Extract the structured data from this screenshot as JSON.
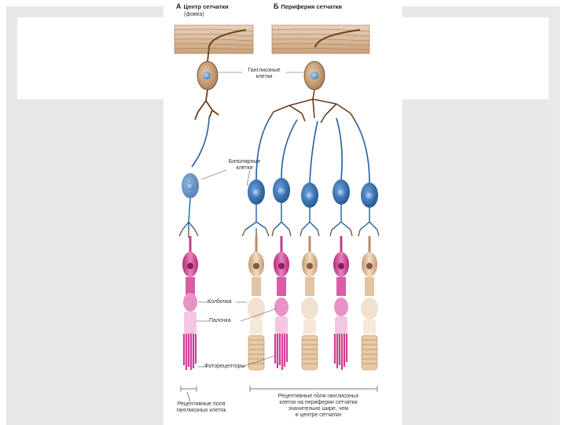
{
  "panel_a": {
    "letter": "А",
    "title": "Центр сетчатки",
    "subtitle": "(фовеа)"
  },
  "panel_b": {
    "letter": "Б",
    "title": "Периферия сетчатки"
  },
  "labels": {
    "ganglion_1": "Ганглиозные",
    "ganglion_2": "клетки",
    "bipolar_1": "Биполярные",
    "bipolar_2": "клетки",
    "cone": "Колбочка",
    "rod": "Палочка",
    "photoreceptors": "Фоторецепторы",
    "rf_small_1": "Рецептивные поля",
    "rf_small_2": "ганглиозных клеток",
    "rf_large_1": "Рецептивные поля ганглиозных",
    "rf_large_2": "клеток на периферии сетчатки",
    "rf_large_3": "значительно шире, чем",
    "rf_large_4": "в центре сетчатки"
  },
  "colors": {
    "slide_bg": "#e8e8e8",
    "bipolar": "#1f5fa6",
    "bipolar_light": "#5b8fcc",
    "ganglion": "#c9a27a",
    "dendrite": "#6b3e1e",
    "rod": "#d9479a",
    "cone": "#e8c9a8",
    "fiber": "#d8b896"
  }
}
